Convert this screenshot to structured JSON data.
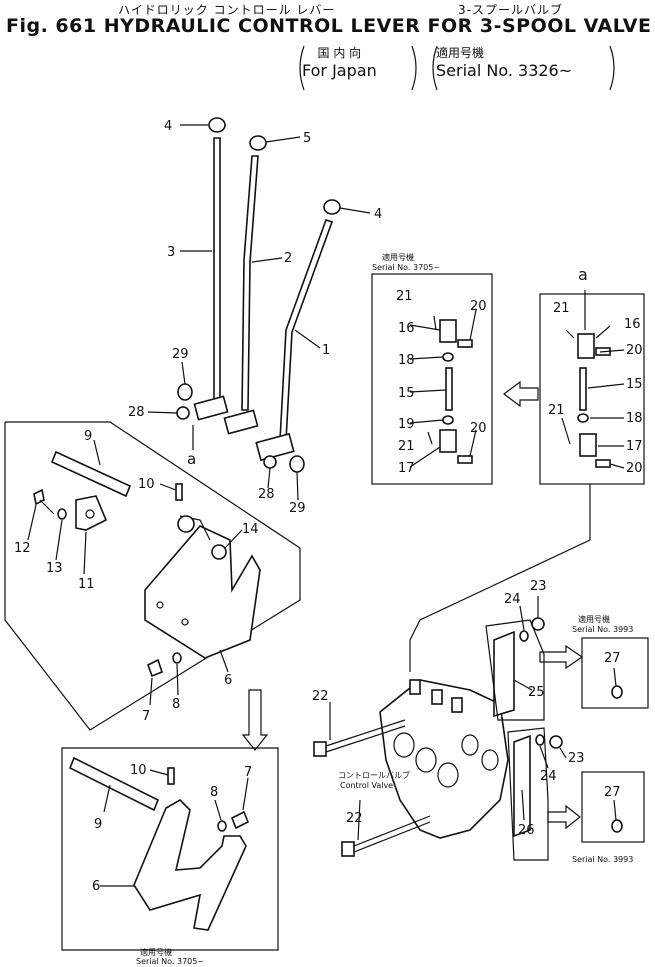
{
  "header": {
    "jp_title": "ハイドロリック コントロール レバー",
    "jp_subtitle": "3-スプールバルブ",
    "title": "Fig. 661 HYDRAULIC CONTROL LEVER FOR 3-SPOOL VALVE",
    "market_jp": "国 内 向",
    "market_en": "For Japan",
    "serial_jp": "適用号機",
    "serial_en": "Serial No. 3326~"
  },
  "insets": {
    "serial_3705_jp": "適用号機",
    "serial_3705": "Serial No. 3705~",
    "serial_3993_jp": "適用号機",
    "serial_3993": "Serial No. 3993",
    "control_valve_jp": "コントロールバルブ",
    "control_valve_en": "Control Valve"
  },
  "callouts": {
    "detail_marker": "a",
    "parts": [
      "1",
      "2",
      "3",
      "4",
      "5",
      "6",
      "7",
      "8",
      "9",
      "10",
      "11",
      "12",
      "13",
      "14",
      "15",
      "16",
      "17",
      "18",
      "19",
      "20",
      "21",
      "22",
      "23",
      "24",
      "25",
      "26",
      "27",
      "28",
      "29"
    ]
  }
}
